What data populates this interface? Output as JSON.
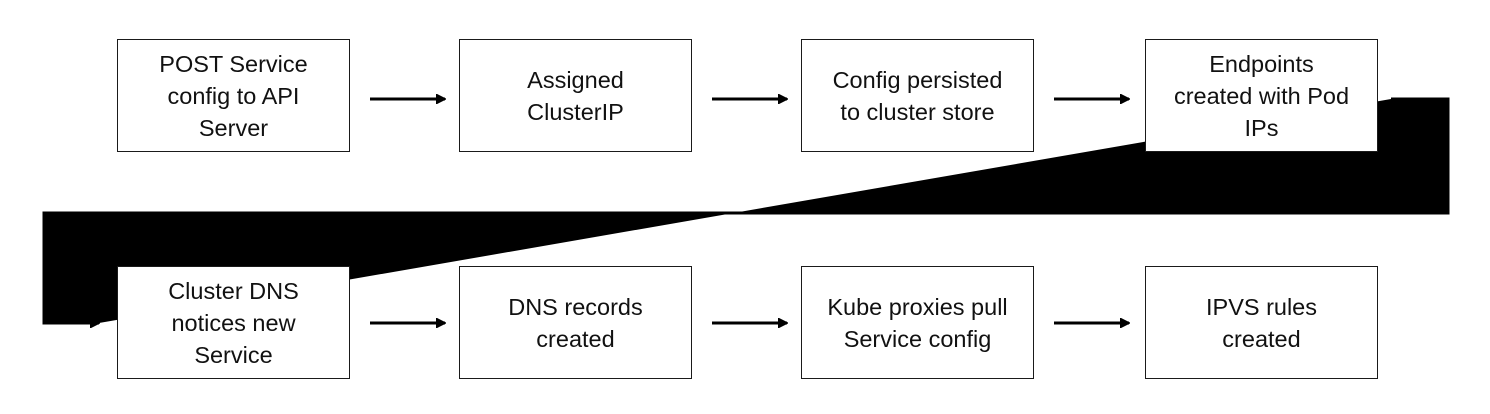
{
  "steps": [
    {
      "label": "POST Service\nconfig to API\nServer"
    },
    {
      "label": "Assigned\nClusterIP"
    },
    {
      "label": "Config persisted\nto cluster store"
    },
    {
      "label": "Endpoints\ncreated with Pod\nIPs"
    },
    {
      "label": "Cluster DNS\nnotices new\nService"
    },
    {
      "label": "DNS records\ncreated"
    },
    {
      "label": "Kube proxies pull\nService config"
    },
    {
      "label": "IPVS rules\ncreated"
    }
  ]
}
